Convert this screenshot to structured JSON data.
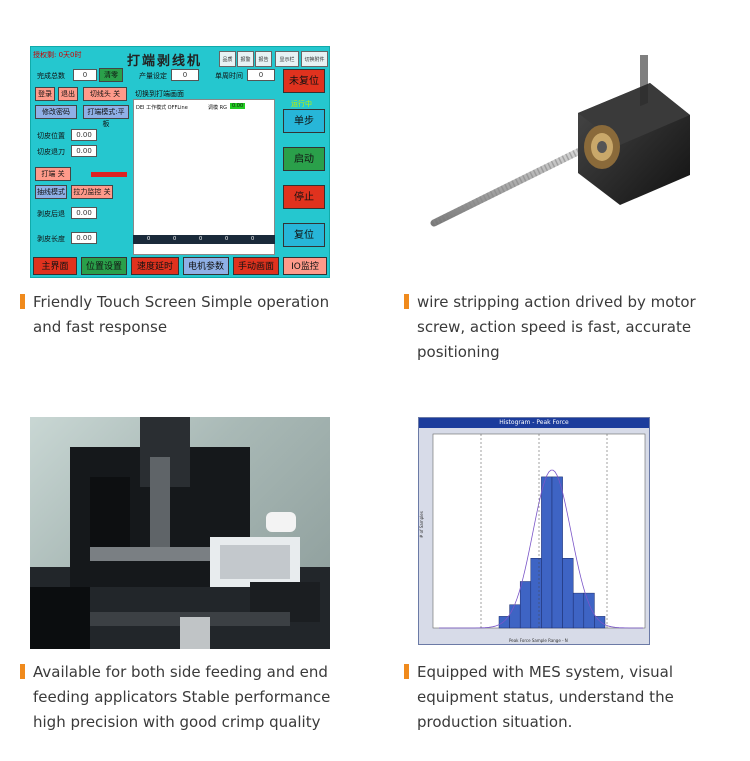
{
  "captions": {
    "touch_screen": [
      "Friendly Touch Screen Simple operation",
      "and fast response"
    ],
    "motor": [
      "wire stripping action  drived by motor",
      "screw, action speed is fast, accurate",
      "positioning"
    ],
    "applicators": [
      "Available for both side feeding and end",
      "feeding applicators Stable performance",
      "high precision with good crimp quality"
    ],
    "mes": [
      "Equipped with MES system, visual",
      "equipment status, understand the",
      "production situation."
    ]
  },
  "hmi": {
    "title": "打端剥线机",
    "top_left": "授权剩: 0天0时",
    "tabs": [
      "品质",
      "报警",
      "报告",
      "显示栏",
      "切换附件"
    ],
    "done_total_label": "完成总数",
    "done_total_value": "0",
    "clear_label": "清零",
    "production_set_label": "产量设定",
    "production_set_value": "0",
    "single_time_label": "单周时间",
    "single_time_value": "0",
    "login_label": "登录",
    "logout_label": "退出",
    "cut_head_label": "切线头 关",
    "change_pwd_label": "修改密码",
    "crimp_mode_label": "打端模式:平板",
    "switch_screen_label": "切换到打端画面",
    "cut_pos_label": "切皮位置",
    "cut_pos_value": "0.00",
    "cut_back_label": "切皮退刀",
    "cut_back_value": "0.00",
    "crimp_label": "打端 关",
    "twist_label": "抽线模式",
    "pull_label": "拉力监控 关",
    "strip_back_label": "剥皮后退",
    "strip_back_value": "0.00",
    "strip_len_label": "剥皮长度",
    "strip_len_value": "0.00",
    "status_line": "DEI 工作模式  OFFLine",
    "status_extra": "调模 RG",
    "status_badge": "0.00",
    "right_buttons": [
      "未复位",
      "单步",
      "启动",
      "停止",
      "复位"
    ],
    "green_text": "运行中",
    "nav": [
      "主界面",
      "位置设置",
      "速度延时",
      "电机参数",
      "手动画面",
      "IO监控"
    ],
    "bottom_bar": [
      "0",
      "0",
      "0",
      "0",
      "0"
    ]
  },
  "histogram": {
    "title": "Histogram - Peak Force",
    "xlabel": "Peak Force Sample Range - N",
    "ylabel": "# of Samples"
  },
  "chart_data": {
    "type": "bar",
    "title": "Histogram - Peak Force",
    "xlabel": "Peak Force Sample Range - N",
    "ylabel": "# of Samples",
    "values": [
      1,
      2,
      4,
      6,
      13,
      13,
      6,
      3,
      3,
      1
    ],
    "ylim": [
      0,
      16
    ]
  },
  "colors": {
    "accent": "#f08a1c",
    "hmi_bg": "#25c7cf",
    "bar": "#3e64c4",
    "red_btn": "#e0321e",
    "green_btn": "#2aa04a"
  }
}
